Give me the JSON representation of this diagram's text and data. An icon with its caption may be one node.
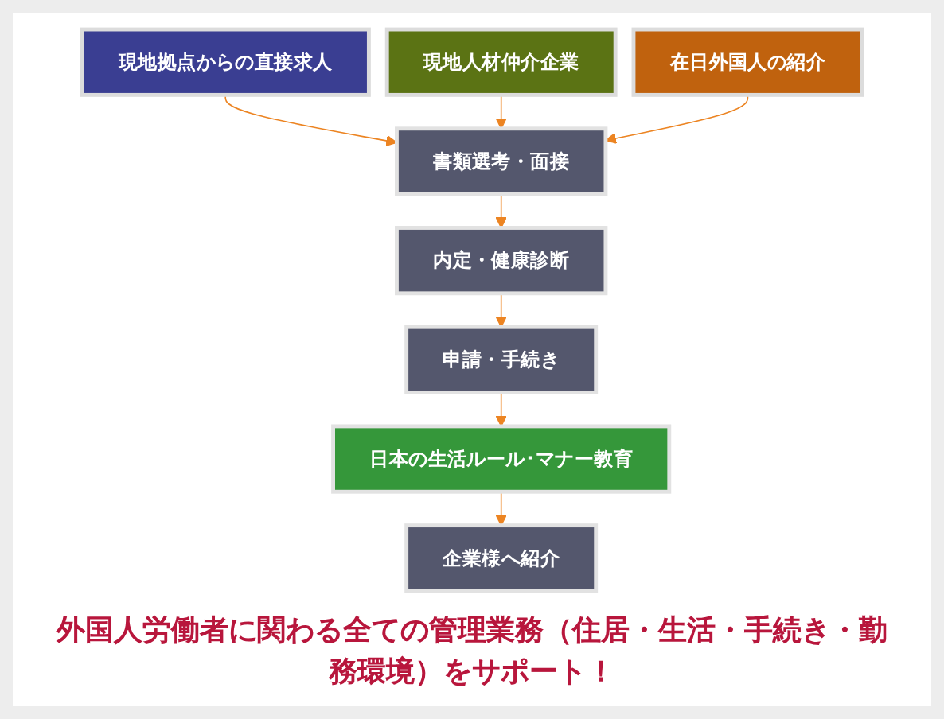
{
  "diagram": {
    "nodes": [
      {
        "text": [
          "現地拠点からの直接求人"
        ]
      },
      {
        "text": [
          "現地人材仲介企業"
        ]
      },
      {
        "text": [
          "在日外国人の紹介"
        ]
      },
      {
        "text": [
          "書類選考・面接"
        ]
      },
      {
        "text": [
          "内定・健康診断"
        ]
      },
      {
        "text": [
          "申請・手続き"
        ]
      },
      {
        "text": [
          "日本の生活ルール･マナー教育"
        ]
      },
      {
        "text": [
          "企業様へ紹介"
        ]
      }
    ],
    "edges": [
      {
        "from": 0,
        "to": 3,
        "arrow": "to"
      },
      {
        "from": 1,
        "to": 3,
        "arrow": "to"
      },
      {
        "from": 2,
        "to": 3,
        "arrow": "to"
      },
      {
        "from": 3,
        "to": 4,
        "arrow": "to"
      },
      {
        "from": 4,
        "to": 5,
        "arrow": "to"
      },
      {
        "from": 5,
        "to": 6,
        "arrow": "to"
      },
      {
        "from": 6,
        "to": 7,
        "arrow": "to"
      }
    ],
    "caption": "外国人労働者に関わる全ての管理業務（住居・生活・手続き・勤務環境）をサポート！"
  }
}
